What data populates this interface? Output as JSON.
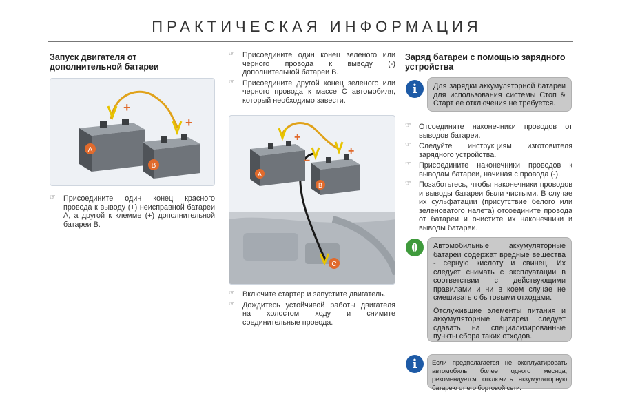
{
  "page": {
    "title": "ПРАКТИЧЕСКАЯ ИНФОРМАЦИЯ"
  },
  "left_section": {
    "heading": "Запуск двигателя от дополнительной батареи",
    "battery_a_label": "A",
    "battery_b_label": "B",
    "plus_sign": "+",
    "bullets": [
      "Присоедините один конец красного провода к выводу (+) неисправной батареи А, а другой к клемме (+) дополнительной батареи В."
    ]
  },
  "middle_section": {
    "bullets_top": [
      "Присоедините один конец зеленого или черного провода к выводу (-) дополнительной батареи В.",
      "Присоедините другой конец зеленого или черного провода к массе С автомобиля, который необходимо завести."
    ],
    "battery_a_label": "A",
    "battery_b_label": "B",
    "ground_label": "C",
    "plus_sign": "+",
    "minus_sign": "−",
    "bullets_bottom": [
      "Включите стартер и запустите двигатель.",
      "Дождитесь устойчивой работы двигателя на холостом ходу и снимите соединительные провода."
    ]
  },
  "right_section": {
    "heading": "Заряд батареи с помощью зарядного устройства",
    "info_box_1": "Для зарядки аккумуляторной батареи для использования системы Стоп & Старт ее отключения не требуется.",
    "bullets": [
      "Отсоедините наконечники проводов от выводов батареи.",
      "Следуйте инструкциям изготовителя зарядного устройства.",
      "Присоедините наконечники проводов к выводам батареи, начиная с провода (-).",
      "Позаботьтесь, чтобы наконечники проводов и выводы батареи были чистыми. В случае их сульфатации (присутствие белого или зеленоватого налета) отсоедините провода от батареи и очистите их наконечники и выводы батареи."
    ],
    "eco_box": {
      "paragraph_1": "Автомобильные аккумуляторные батареи содержат вредные вещества - серную кислоту и свинец. Их следует снимать с эксплуатации в соответствии с действующими правилами и ни в коем случае не смешивать с бытовыми отходами.",
      "paragraph_2": "Отслужившие элементы питания и аккумуляторные батареи следует сдавать на специализированные пункты сбора таких отходов."
    },
    "info_box_2": "Если предполагается не эксплуатировать автомобиль более одного месяца, рекомендуется отключить аккумуляторную батарею от его бортовой сети."
  },
  "icons": {
    "info_glyph": "i"
  },
  "colors": {
    "info_blue": "#1d5aa6",
    "eco_green": "#3f9a3c",
    "wire_red": "#e0a21a",
    "wire_black": "#1a1a1a",
    "battery_body": "#6f747a",
    "label_circle": "#e06a2c"
  }
}
